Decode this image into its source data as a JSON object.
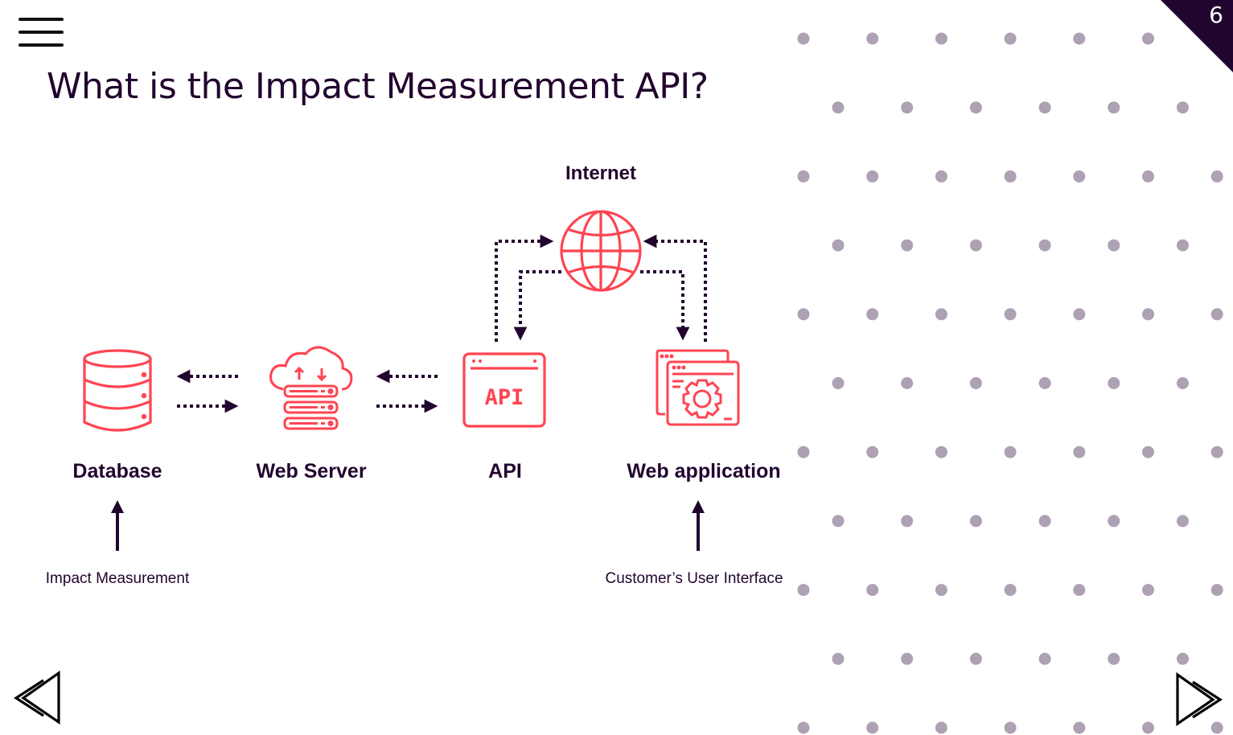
{
  "slide": {
    "title": "What is the Impact Measurement API?",
    "number": "6"
  },
  "colors": {
    "icon_accent": "#ff4452",
    "text_primary": "#22052e",
    "dot": "#ada1b3",
    "corner": "#22052e"
  },
  "diagram": {
    "top_node": {
      "label": "Internet",
      "icon": "globe-icon"
    },
    "nodes": [
      {
        "label": "Database",
        "icon": "database-icon"
      },
      {
        "label": "Web Server",
        "icon": "cloud-server-icon"
      },
      {
        "label": "API",
        "icon": "api-window-icon",
        "icon_text": "API"
      },
      {
        "label": "Web application",
        "icon": "web-app-gear-icon"
      }
    ],
    "inputs": [
      {
        "label": "Impact Measurement",
        "target": "Database"
      },
      {
        "label": "Customer’s User Interface",
        "target": "Web application"
      }
    ]
  },
  "navigation": {
    "menu_icon": "hamburger-icon",
    "prev_icon": "previous-slide-icon",
    "next_icon": "next-slide-icon"
  }
}
